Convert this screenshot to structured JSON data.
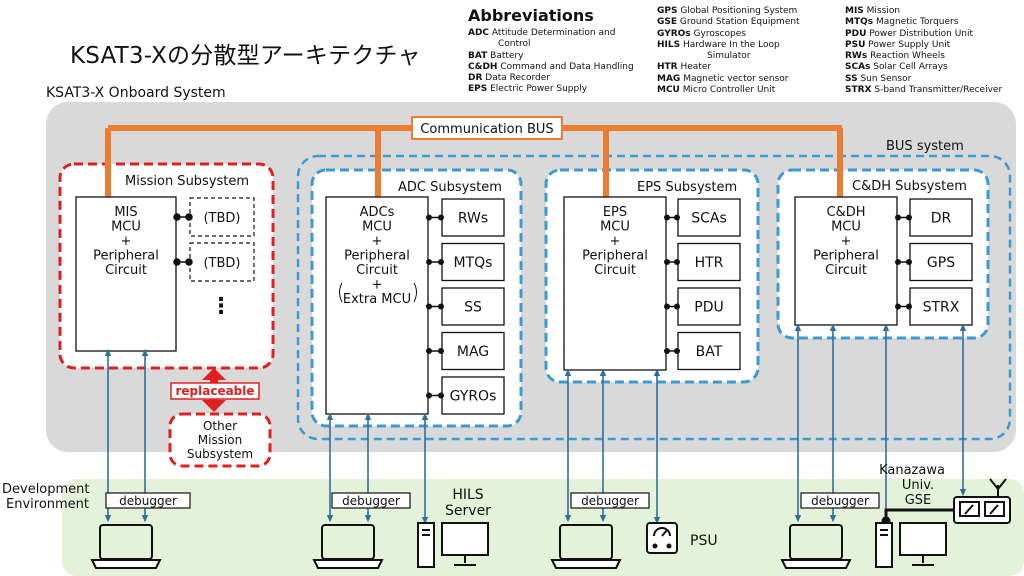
{
  "title": "KSAT3-Xの分散型アーキテクチャ",
  "abbreviations": {
    "heading": "Abbreviations",
    "col1": [
      {
        "abbr": "ADC",
        "text": "Attitude Determination and"
      },
      {
        "abbr": "",
        "text": "Control"
      },
      {
        "abbr": "BAT",
        "text": "Battery"
      },
      {
        "abbr": "C&DH",
        "text": "Command and Data Handling"
      },
      {
        "abbr": "DR",
        "text": "Data Recorder"
      },
      {
        "abbr": "EPS",
        "text": "Electric Power Supply"
      }
    ],
    "col2": [
      {
        "abbr": "GPS",
        "text": "Global Positioning System"
      },
      {
        "abbr": "GSE",
        "text": "Ground Station Equipment"
      },
      {
        "abbr": "GYROs",
        "text": "Gyroscopes"
      },
      {
        "abbr": "HILS",
        "text": "Hardware In the Loop"
      },
      {
        "abbr": "",
        "text": "Simulator"
      },
      {
        "abbr": "HTR",
        "text": "Heater"
      },
      {
        "abbr": "MAG",
        "text": "Magnetic vector sensor"
      },
      {
        "abbr": "MCU",
        "text": "Micro Controller Unit"
      }
    ],
    "col3": [
      {
        "abbr": "MIS",
        "text": "Mission"
      },
      {
        "abbr": "MTQs",
        "text": "Magnetic Torquers"
      },
      {
        "abbr": "PDU",
        "text": "Power Distribution Unit"
      },
      {
        "abbr": "PSU",
        "text": "Power Supply Unit"
      },
      {
        "abbr": "RWs",
        "text": "Reaction Wheels"
      },
      {
        "abbr": "SCAs",
        "text": "Solar Cell Arrays"
      },
      {
        "abbr": "SS",
        "text": "Sun Sensor"
      },
      {
        "abbr": "STRX",
        "text": "S-band Transmitter/Receiver"
      }
    ]
  },
  "labels": {
    "onboard": "KSAT3-X Onboard System",
    "bus_system": "BUS system",
    "comm_bus": "Communication BUS",
    "mission_subsystem": "Mission Subsystem",
    "adc_subsystem": "ADC Subsystem",
    "eps_subsystem": "EPS Subsystem",
    "cdh_subsystem": "C&DH Subsystem",
    "replaceable": "replaceable",
    "other_mission": [
      "Other",
      "Mission",
      "Subsystem"
    ],
    "dev_env": [
      "Development",
      "Environment"
    ],
    "debugger": "debugger",
    "hils_server": [
      "HILS",
      "Server"
    ],
    "psu": "PSU",
    "kanazawa_gse": [
      "Kanazawa",
      "Univ.",
      "GSE"
    ],
    "tbd": "(TBD)",
    "ellipsis": "⋮"
  },
  "mcu": {
    "mis": [
      "MIS",
      "MCU",
      "+",
      "Peripheral",
      "Circuit"
    ],
    "adc": [
      "ADCs",
      "MCU",
      "+",
      "Peripheral",
      "Circuit",
      "+",
      "Extra MCU"
    ],
    "eps": [
      "EPS",
      "MCU",
      "+",
      "Peripheral",
      "Circuit"
    ],
    "cdh": [
      "C&DH",
      "MCU",
      "+",
      "Peripheral",
      "Circuit"
    ]
  },
  "components": {
    "adc": [
      "RWs",
      "MTQs",
      "SS",
      "MAG",
      "GYROs"
    ],
    "eps": [
      "SCAs",
      "HTR",
      "PDU",
      "BAT"
    ],
    "cdh": [
      "DR",
      "GPS",
      "STRX"
    ]
  },
  "colors": {
    "onboard_bg": "#d9d9d9",
    "dev_bg": "#e3f2d9",
    "bus_orange": "#ec7c30",
    "mission_red": "#e02020",
    "bus_blue": "#3a9bd0",
    "line_blue": "#2f6f9f"
  }
}
